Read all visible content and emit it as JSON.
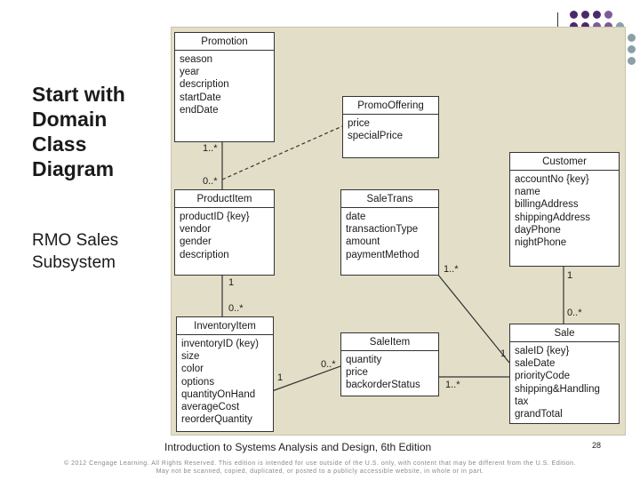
{
  "slide": {
    "title": "Start with Domain Class Diagram",
    "subtitle": "RMO Sales Subsystem"
  },
  "footer": {
    "book": "Introduction to Systems Analysis and Design, 6th Edition",
    "page": "28",
    "copyright_line1": "© 2012 Cengage Learning. All Rights Reserved. This edition is intended for use outside of the U.S. only, with content that may be different from the U.S. Edition.",
    "copyright_line2": "May not be scanned, copied, duplicated, or posted to a publicly accessible website, in whole or in part."
  },
  "logo": {
    "dot_colors": [
      "#4b2a6b",
      "#7e5a9b",
      "#8aa0a8"
    ]
  },
  "classes": {
    "promotion": {
      "name": "Promotion",
      "attributes": [
        "season",
        "year",
        "description",
        "startDate",
        "endDate"
      ]
    },
    "promo_offering": {
      "name": "PromoOffering",
      "attributes": [
        "price",
        "specialPrice"
      ]
    },
    "customer": {
      "name": "Customer",
      "attributes": [
        "accountNo {key}",
        "name",
        "billingAddress",
        "shippingAddress",
        "dayPhone",
        "nightPhone"
      ]
    },
    "product_item": {
      "name": "ProductItem",
      "attributes": [
        "productID {key}",
        "vendor",
        "gender",
        "description"
      ]
    },
    "sale_trans": {
      "name": "SaleTrans",
      "attributes": [
        "date",
        "transactionType",
        "amount",
        "paymentMethod"
      ]
    },
    "inventory_item": {
      "name": "InventoryItem",
      "attributes": [
        "inventoryID (key)",
        "size",
        "color",
        "options",
        "quantityOnHand",
        "averageCost",
        "reorderQuantity"
      ]
    },
    "sale_item": {
      "name": "SaleItem",
      "attributes": [
        "quantity",
        "price",
        "backorderStatus"
      ]
    },
    "sale": {
      "name": "Sale",
      "attributes": [
        "saleID {key}",
        "saleDate",
        "priorityCode",
        "shipping&Handling",
        "tax",
        "grandTotal"
      ]
    }
  },
  "multiplicities": {
    "promotion_end": "1..*",
    "productitem_promo_end": "0..*",
    "productitem_inventory_end": "1",
    "inventory_productitem_end": "0..*",
    "inventory_saleitem_end": "1",
    "saleitem_inventory_end": "0..*",
    "saleitem_sale_end": "1..*",
    "sale_saleitem_end": "1",
    "saletrans_end": "1..*",
    "customer_sale_end": "1",
    "sale_customer_end": "0..*"
  }
}
